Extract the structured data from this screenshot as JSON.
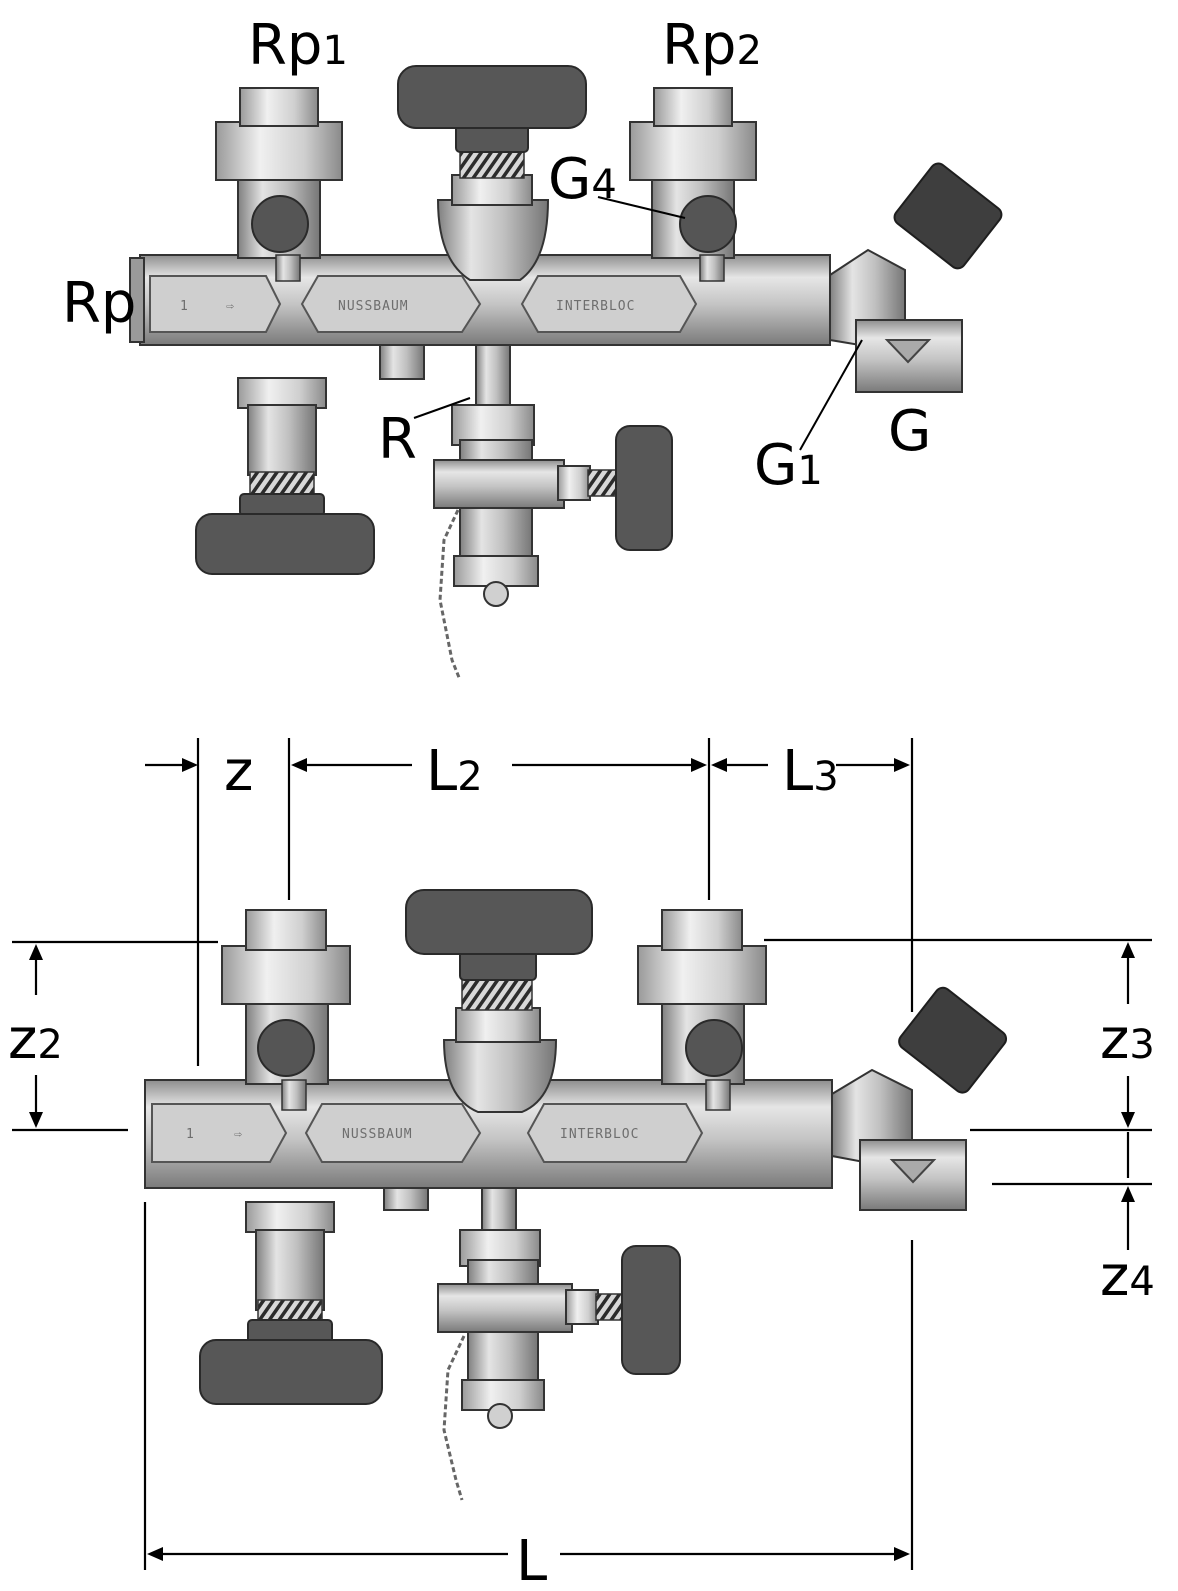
{
  "top_figure": {
    "labels": {
      "rp": "Rp",
      "rp1_main": "Rp",
      "rp1_sub": "1",
      "rp2_main": "Rp",
      "rp2_sub": "2",
      "g4_main": "G",
      "g4_sub": "4",
      "r": "R",
      "g1_main": "G",
      "g1_sub": "1",
      "g": "G"
    },
    "embossed": {
      "number": "1",
      "brand1": "NUSSBAUM",
      "brand2": "INTERBLOC"
    }
  },
  "bottom_figure": {
    "dimensions": {
      "z_main": "z",
      "l2_main": "L",
      "l2_sub": "2",
      "l3_main": "L",
      "l3_sub": "3",
      "z2_main": "z",
      "z2_sub": "2",
      "z3_main": "z",
      "z3_sub": "3",
      "z4_main": "z",
      "z4_sub": "4",
      "l_main": "L"
    },
    "embossed": {
      "number": "1",
      "brand1": "NUSSBAUM",
      "brand2": "INTERBLOC"
    }
  }
}
